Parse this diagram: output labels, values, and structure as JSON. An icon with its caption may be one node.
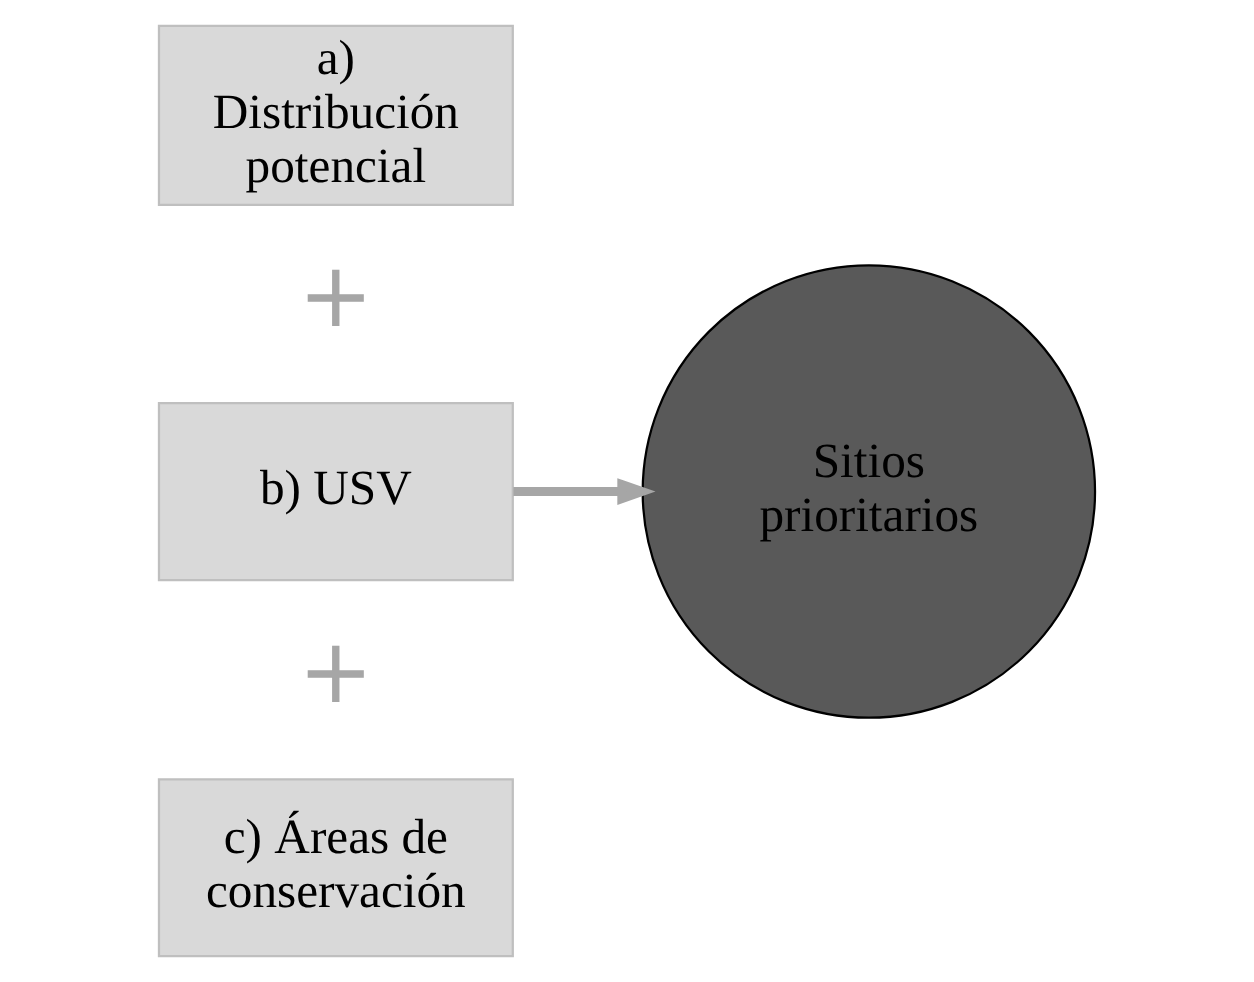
{
  "diagram": {
    "nodes": [
      {
        "text": [
          "a) Distribución potencial"
        ]
      },
      {
        "text": [
          "b) USV"
        ]
      },
      {
        "text": [
          "c) Áreas de conservación"
        ]
      },
      {
        "text": [
          "Sitios prioritarios"
        ]
      }
    ],
    "edges": [
      {
        "from": 1,
        "to": 3,
        "arrow": "to"
      }
    ],
    "labels": [
      "+",
      "+"
    ]
  }
}
